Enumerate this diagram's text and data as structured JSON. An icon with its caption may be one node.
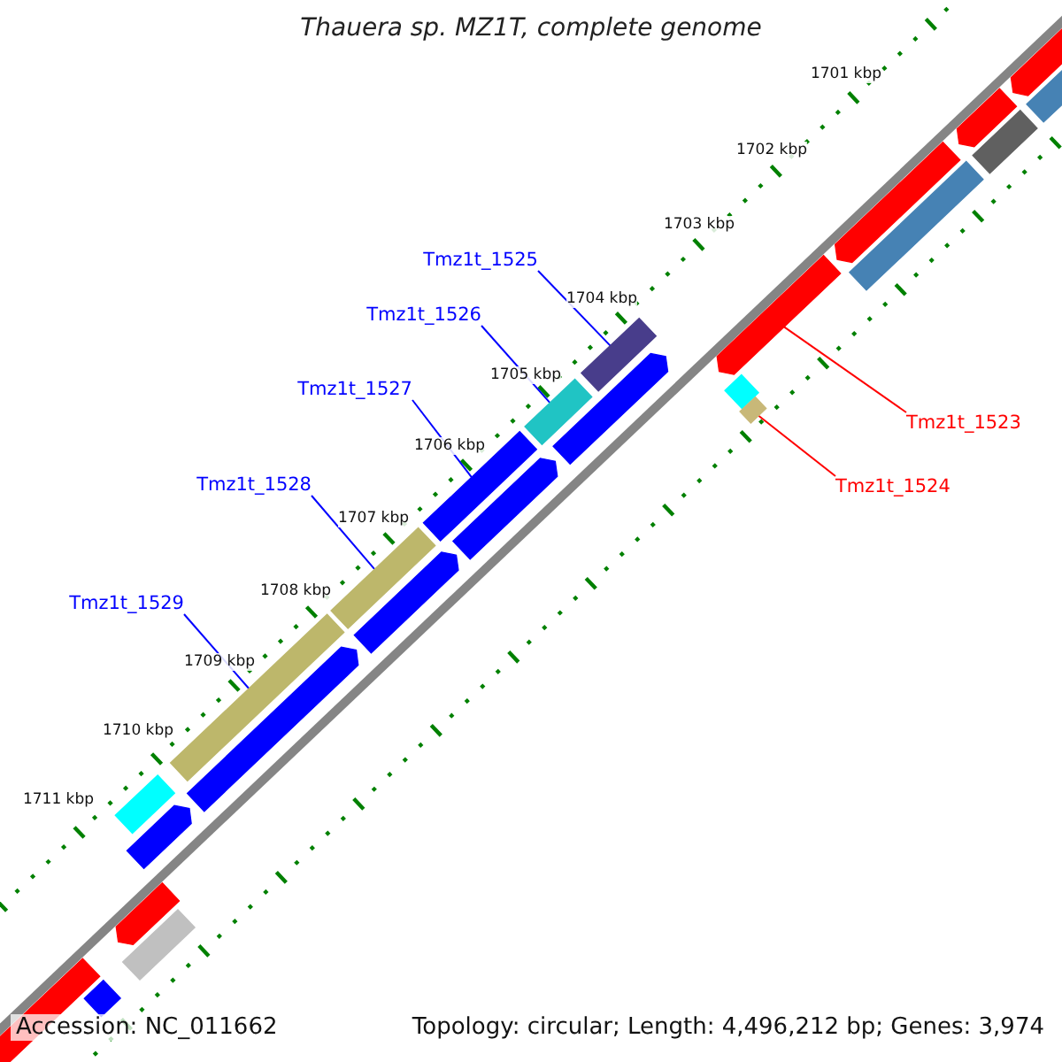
{
  "diagram": {
    "title": "Thauera sp. MZ1T, complete genome",
    "nodes": [
      {
        "text": [
          "Tmz1t_1525"
        ]
      },
      {
        "text": [
          "Tmz1t_1526"
        ]
      },
      {
        "text": [
          "Tmz1t_1527"
        ]
      },
      {
        "text": [
          "Tmz1t_1523"
        ]
      },
      {
        "text": [
          "Tmz1t_1528"
        ]
      },
      {
        "text": [
          "Tmz1t_1524"
        ]
      },
      {
        "text": [
          "Tmz1t_1529"
        ]
      },
      {
        "text": [],
        "shape": "arrow"
      },
      {
        "text": [],
        "shape": "bar"
      },
      {
        "text": [],
        "shape": "arrow"
      },
      {
        "text": [],
        "shape": "bar"
      },
      {
        "text": [],
        "shape": "arrow"
      },
      {
        "text": [],
        "shape": "bar"
      },
      {
        "text": [],
        "shape": "arrow"
      },
      {
        "text": [],
        "shape": "bar"
      },
      {
        "text": [],
        "shape": "bar"
      },
      {
        "text": [],
        "shape": "arrow"
      },
      {
        "text": [],
        "shape": "bar"
      },
      {
        "text": [],
        "shape": "bar"
      },
      {
        "text": [],
        "shape": "bar"
      },
      {
        "text": [],
        "shape": "arrow"
      },
      {
        "text": [],
        "shape": "bar"
      },
      {
        "text": [],
        "shape": "arrow"
      },
      {
        "text": [],
        "shape": "bar"
      },
      {
        "text": [],
        "shape": "arrow"
      },
      {
        "text": [],
        "shape": "bar"
      },
      {
        "text": [],
        "shape": "arrow"
      },
      {
        "text": [],
        "shape": "arrow"
      },
      {
        "text": [],
        "shape": "bar"
      },
      {
        "text": [],
        "shape": "arrow"
      },
      {
        "text": [],
        "shape": "bar"
      }
    ],
    "edges": [
      {
        "from": 0,
        "to": 14,
        "arrow": "none"
      },
      {
        "from": 1,
        "to": 18,
        "arrow": "none"
      },
      {
        "from": 2,
        "to": 19,
        "arrow": "none"
      },
      {
        "from": 3,
        "to": 13,
        "arrow": "none",
        "color": "#ff0000"
      },
      {
        "from": 4,
        "to": 21,
        "arrow": "none"
      },
      {
        "from": 5,
        "to": 17,
        "arrow": "none",
        "color": "#ff0000"
      },
      {
        "from": 6,
        "to": 23,
        "arrow": "none"
      }
    ],
    "labels": [
      "1701 kbp",
      "1702 kbp",
      "1703 kbp",
      "1704 kbp",
      "1705 kbp",
      "1706 kbp",
      "1707 kbp",
      "1708 kbp",
      "1709 kbp",
      "1710 kbp",
      "1711 kbp",
      "Accession: NC_011662",
      "Topology: circular; Length: 4,496,212 bp; Genes: 3,974"
    ]
  }
}
